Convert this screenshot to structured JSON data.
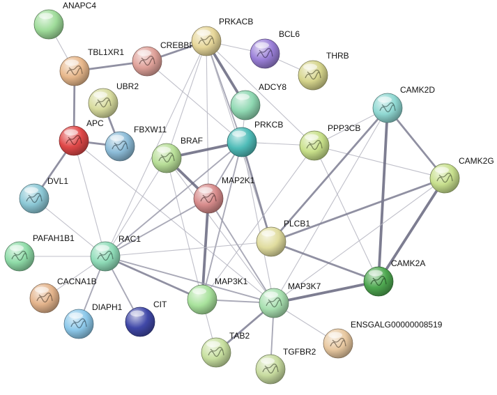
{
  "nodes": [
    {
      "id": "ANAPC4",
      "label": "ANAPC4",
      "color": "#9fdc9a",
      "glyph": false
    },
    {
      "id": "TBL1XR1",
      "label": "TBL1XR1",
      "color": "#e8b88c",
      "glyph": true
    },
    {
      "id": "CREBBP",
      "label": "CREBBP",
      "color": "#e0a29a",
      "glyph": true
    },
    {
      "id": "PRKACB",
      "label": "PRKACB",
      "color": "#e7d79a",
      "glyph": true
    },
    {
      "id": "BCL6",
      "label": "BCL6",
      "color": "#9a7fd8",
      "glyph": true
    },
    {
      "id": "THRB",
      "label": "THRB",
      "color": "#d6d58c",
      "glyph": true
    },
    {
      "id": "UBR2",
      "label": "UBR2",
      "color": "#d8dc9e",
      "glyph": true
    },
    {
      "id": "ADCY8",
      "label": "ADCY8",
      "color": "#8fd8b2",
      "glyph": false
    },
    {
      "id": "APC",
      "label": "APC",
      "color": "#e04848",
      "glyph": true
    },
    {
      "id": "FBXW11",
      "label": "FBXW11",
      "color": "#8cbcd8",
      "glyph": true
    },
    {
      "id": "CAMK2D",
      "label": "CAMK2D",
      "color": "#8fd8d2",
      "glyph": true
    },
    {
      "id": "PRKCB",
      "label": "PRKCB",
      "color": "#4fbcb8",
      "glyph": false
    },
    {
      "id": "PPP3CB",
      "label": "PPP3CB",
      "color": "#c8e08a",
      "glyph": true
    },
    {
      "id": "BRAF",
      "label": "BRAF",
      "color": "#b8df98",
      "glyph": true
    },
    {
      "id": "CAMK2G",
      "label": "CAMK2G",
      "color": "#c8e08e",
      "glyph": true
    },
    {
      "id": "DVL1",
      "label": "DVL1",
      "color": "#8cc8d6",
      "glyph": true
    },
    {
      "id": "MAP2K1",
      "label": "MAP2K1",
      "color": "#d88c8c",
      "glyph": true
    },
    {
      "id": "PLCB1",
      "label": "PLCB1",
      "color": "#e0dc9e",
      "glyph": false
    },
    {
      "id": "PAFAH1B1",
      "label": "PAFAH1B1",
      "color": "#8fdca8",
      "glyph": true
    },
    {
      "id": "RAC1",
      "label": "RAC1",
      "color": "#8fdcb8",
      "glyph": true
    },
    {
      "id": "CAMK2A",
      "label": "CAMK2A",
      "color": "#4ea850",
      "glyph": true
    },
    {
      "id": "CACNA1B",
      "label": "CACNA1B",
      "color": "#e4b48c",
      "glyph": true
    },
    {
      "id": "MAP3K1",
      "label": "MAP3K1",
      "color": "#a8e29c",
      "glyph": false
    },
    {
      "id": "MAP3K7",
      "label": "MAP3K7",
      "color": "#a8e0b0",
      "glyph": true
    },
    {
      "id": "DIAPH1",
      "label": "DIAPH1",
      "color": "#8cc8ea",
      "glyph": true
    },
    {
      "id": "CIT",
      "label": "CIT",
      "color": "#4048a8",
      "glyph": false
    },
    {
      "id": "ENSGALG00000008519",
      "label": "ENSGALG00000008519",
      "color": "#e8c8a0",
      "glyph": true
    },
    {
      "id": "TAB2",
      "label": "TAB2",
      "color": "#c8e0a0",
      "glyph": true
    },
    {
      "id": "TGFBR2",
      "label": "TGFBR2",
      "color": "#c8dca0",
      "glyph": true
    }
  ],
  "edges": [
    {
      "a": "ANAPC4",
      "b": "TBL1XR1",
      "w": 1
    },
    {
      "a": "TBL1XR1",
      "b": "CREBBP",
      "w": 3
    },
    {
      "a": "TBL1XR1",
      "b": "APC",
      "w": 3
    },
    {
      "a": "CREBBP",
      "b": "PRKACB",
      "w": 3
    },
    {
      "a": "CREBBP",
      "b": "PRKCB",
      "w": 1
    },
    {
      "a": "PRKACB",
      "b": "BCL6",
      "w": 1
    },
    {
      "a": "PRKACB",
      "b": "ADCY8",
      "w": 4
    },
    {
      "a": "PRKACB",
      "b": "PRKCB",
      "w": 2
    },
    {
      "a": "PRKACB",
      "b": "PPP3CB",
      "w": 1
    },
    {
      "a": "PRKACB",
      "b": "MAP2K1",
      "w": 1
    },
    {
      "a": "PRKACB",
      "b": "BRAF",
      "w": 1
    },
    {
      "a": "PRKACB",
      "b": "PLCB1",
      "w": 1
    },
    {
      "a": "PRKACB",
      "b": "RAC1",
      "w": 1
    },
    {
      "a": "BCL6",
      "b": "THRB",
      "w": 1
    },
    {
      "a": "UBR2",
      "b": "FBXW11",
      "w": 3
    },
    {
      "a": "APC",
      "b": "FBXW11",
      "w": 3
    },
    {
      "a": "APC",
      "b": "DVL1",
      "w": 3
    },
    {
      "a": "APC",
      "b": "RAC1",
      "w": 1
    },
    {
      "a": "APC",
      "b": "MAP3K7",
      "w": 1
    },
    {
      "a": "DVL1",
      "b": "RAC1",
      "w": 1
    },
    {
      "a": "ADCY8",
      "b": "PRKCB",
      "w": 1
    },
    {
      "a": "PRKCB",
      "b": "BRAF",
      "w": 4
    },
    {
      "a": "PRKCB",
      "b": "PPP3CB",
      "w": 1
    },
    {
      "a": "PRKCB",
      "b": "MAP2K1",
      "w": 2
    },
    {
      "a": "PRKCB",
      "b": "PLCB1",
      "w": 3
    },
    {
      "a": "PRKCB",
      "b": "RAC1",
      "w": 2
    },
    {
      "a": "PRKCB",
      "b": "MAP3K1",
      "w": 2
    },
    {
      "a": "PRKCB",
      "b": "MAP3K7",
      "w": 1
    },
    {
      "a": "PPP3CB",
      "b": "CAMK2D",
      "w": 1
    },
    {
      "a": "PPP3CB",
      "b": "CAMK2G",
      "w": 1
    },
    {
      "a": "PPP3CB",
      "b": "CAMK2A",
      "w": 1
    },
    {
      "a": "PPP3CB",
      "b": "MAP3K1",
      "w": 1
    },
    {
      "a": "CAMK2D",
      "b": "CAMK2G",
      "w": 3
    },
    {
      "a": "CAMK2D",
      "b": "CAMK2A",
      "w": 4
    },
    {
      "a": "CAMK2D",
      "b": "PLCB1",
      "w": 3
    },
    {
      "a": "CAMK2D",
      "b": "MAP3K7",
      "w": 1
    },
    {
      "a": "CAMK2G",
      "b": "CAMK2A",
      "w": 4
    },
    {
      "a": "CAMK2G",
      "b": "PLCB1",
      "w": 3
    },
    {
      "a": "CAMK2G",
      "b": "MAP3K7",
      "w": 1
    },
    {
      "a": "BRAF",
      "b": "MAP2K1",
      "w": 4
    },
    {
      "a": "BRAF",
      "b": "MAP3K1",
      "w": 1
    },
    {
      "a": "BRAF",
      "b": "MAP3K7",
      "w": 1
    },
    {
      "a": "BRAF",
      "b": "RAC1",
      "w": 1
    },
    {
      "a": "MAP2K1",
      "b": "MAP3K1",
      "w": 4
    },
    {
      "a": "MAP2K1",
      "b": "MAP3K7",
      "w": 2
    },
    {
      "a": "MAP2K1",
      "b": "RAC1",
      "w": 2
    },
    {
      "a": "PLCB1",
      "b": "CAMK2A",
      "w": 3
    },
    {
      "a": "PLCB1",
      "b": "RAC1",
      "w": 1
    },
    {
      "a": "PAFAH1B1",
      "b": "RAC1",
      "w": 1
    },
    {
      "a": "RAC1",
      "b": "CACNA1B",
      "w": 1
    },
    {
      "a": "RAC1",
      "b": "DIAPH1",
      "w": 2
    },
    {
      "a": "RAC1",
      "b": "CIT",
      "w": 2
    },
    {
      "a": "RAC1",
      "b": "MAP3K1",
      "w": 3
    },
    {
      "a": "RAC1",
      "b": "MAP3K7",
      "w": 2
    },
    {
      "a": "MAP3K1",
      "b": "MAP3K7",
      "w": 2
    },
    {
      "a": "MAP3K1",
      "b": "TAB2",
      "w": 1
    },
    {
      "a": "MAP3K7",
      "b": "CAMK2A",
      "w": 4
    },
    {
      "a": "MAP3K7",
      "b": "TAB2",
      "w": 3
    },
    {
      "a": "MAP3K7",
      "b": "TGFBR2",
      "w": 2
    },
    {
      "a": "MAP3K7",
      "b": "ENSGALG00000008519",
      "w": 1
    }
  ]
}
